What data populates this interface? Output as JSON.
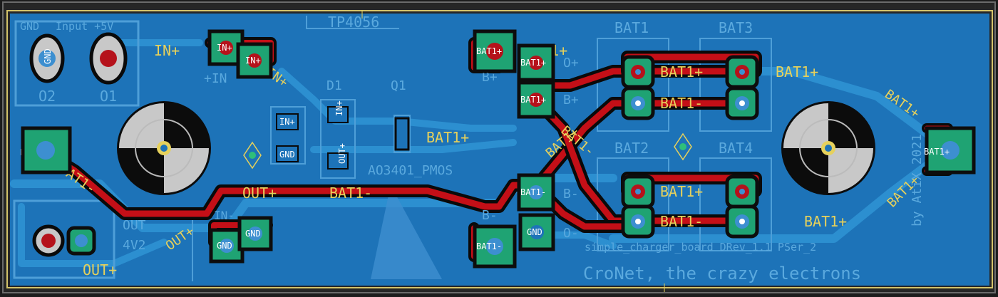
{
  "board": {
    "project_line": "simple_charger_board DRev_1.1 PSer_2",
    "slogan": "CroNet, the crazy electrons",
    "credit": "by AtiX 2021"
  },
  "connector_in": {
    "label_gnd": "GND",
    "label_input": "Input +5V",
    "label_o2": "O2",
    "label_o1": "O1",
    "pad_1": "GND"
  },
  "connector_out": {
    "label_out": "OUT",
    "label_voltage": "4V2",
    "pad_2": "GND",
    "net_label": "OUT+"
  },
  "chip": {
    "name": "TP4056",
    "d1": "D1",
    "q1": "Q1",
    "q1_value": "AO3401_PMOS"
  },
  "nets": {
    "in_plus": "IN+",
    "out_plus": "OUT+",
    "bat1_plus": "BAT1+",
    "bat1_minus": "BAT1-",
    "gnd": "GND",
    "b_plus": "B+",
    "b_minus": "B-",
    "o_plus": "O+",
    "o_minus": "O-",
    "in_dash": "IN-",
    "plus_in": "+IN"
  },
  "batteries": {
    "bat1": "BAT1",
    "bat2": "BAT2",
    "bat3": "BAT3",
    "bat4": "BAT4"
  },
  "small_pads": {
    "in_plus": "IN+",
    "gnd": "GND",
    "out_plus": "OUT+"
  },
  "colors": {
    "board_fill": "#1d73b8",
    "copper_front": "#c40f17",
    "silkscreen": "#e6d15c",
    "pad": "#1fa373",
    "edge": "#d4c36a"
  }
}
